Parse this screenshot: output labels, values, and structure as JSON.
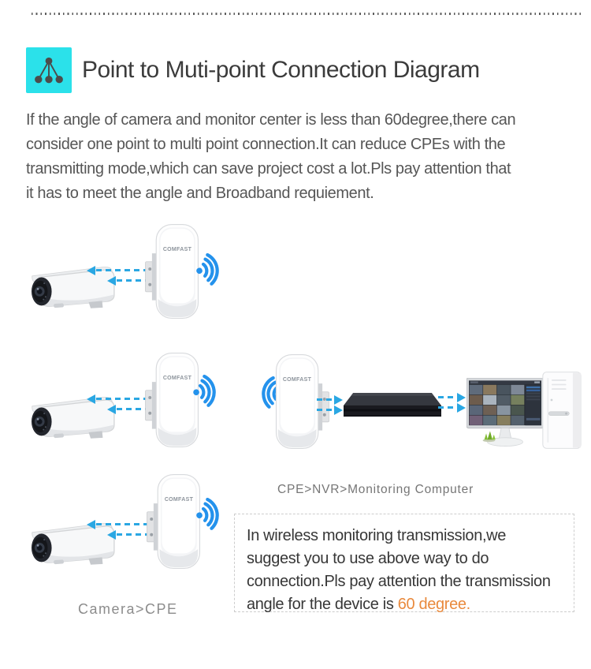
{
  "header": {
    "title": "Point to Muti-point Connection Diagram",
    "icon": "multipoint-network-icon",
    "icon_bg_color": "#2BE1EA"
  },
  "intro": {
    "lines": [
      "If the angle of camera and monitor center is less than 60degree,there can",
      "consider one point to multi point connection.It can reduce CPEs with the",
      "transmitting mode,which can save project cost a lot.Pls pay attention that",
      "it has to meet the angle and Broadband requiement."
    ]
  },
  "diagram": {
    "cpe_logo": "COMFAST",
    "camera_cpe_label": "Camera>CPE",
    "chain_label": "CPE>NVR>Monitoring Computer",
    "devices": {
      "camera": "CCTV camera",
      "cpe": "wireless CPE bridge",
      "nvr": "NVR recorder",
      "monitor": "monitoring computer screen",
      "tower": "computer tower"
    },
    "arrow_color": "#2AA7E3",
    "wifi_color": "#2492EC"
  },
  "note": {
    "lines": [
      "In wireless monitoring transmission,we",
      "suggest you to use above way to do",
      "connection.Pls pay attention the transmission"
    ],
    "last_line": "angle for the device is ",
    "highlight": "60 degree.",
    "highlight_color": "#E98A3D"
  }
}
